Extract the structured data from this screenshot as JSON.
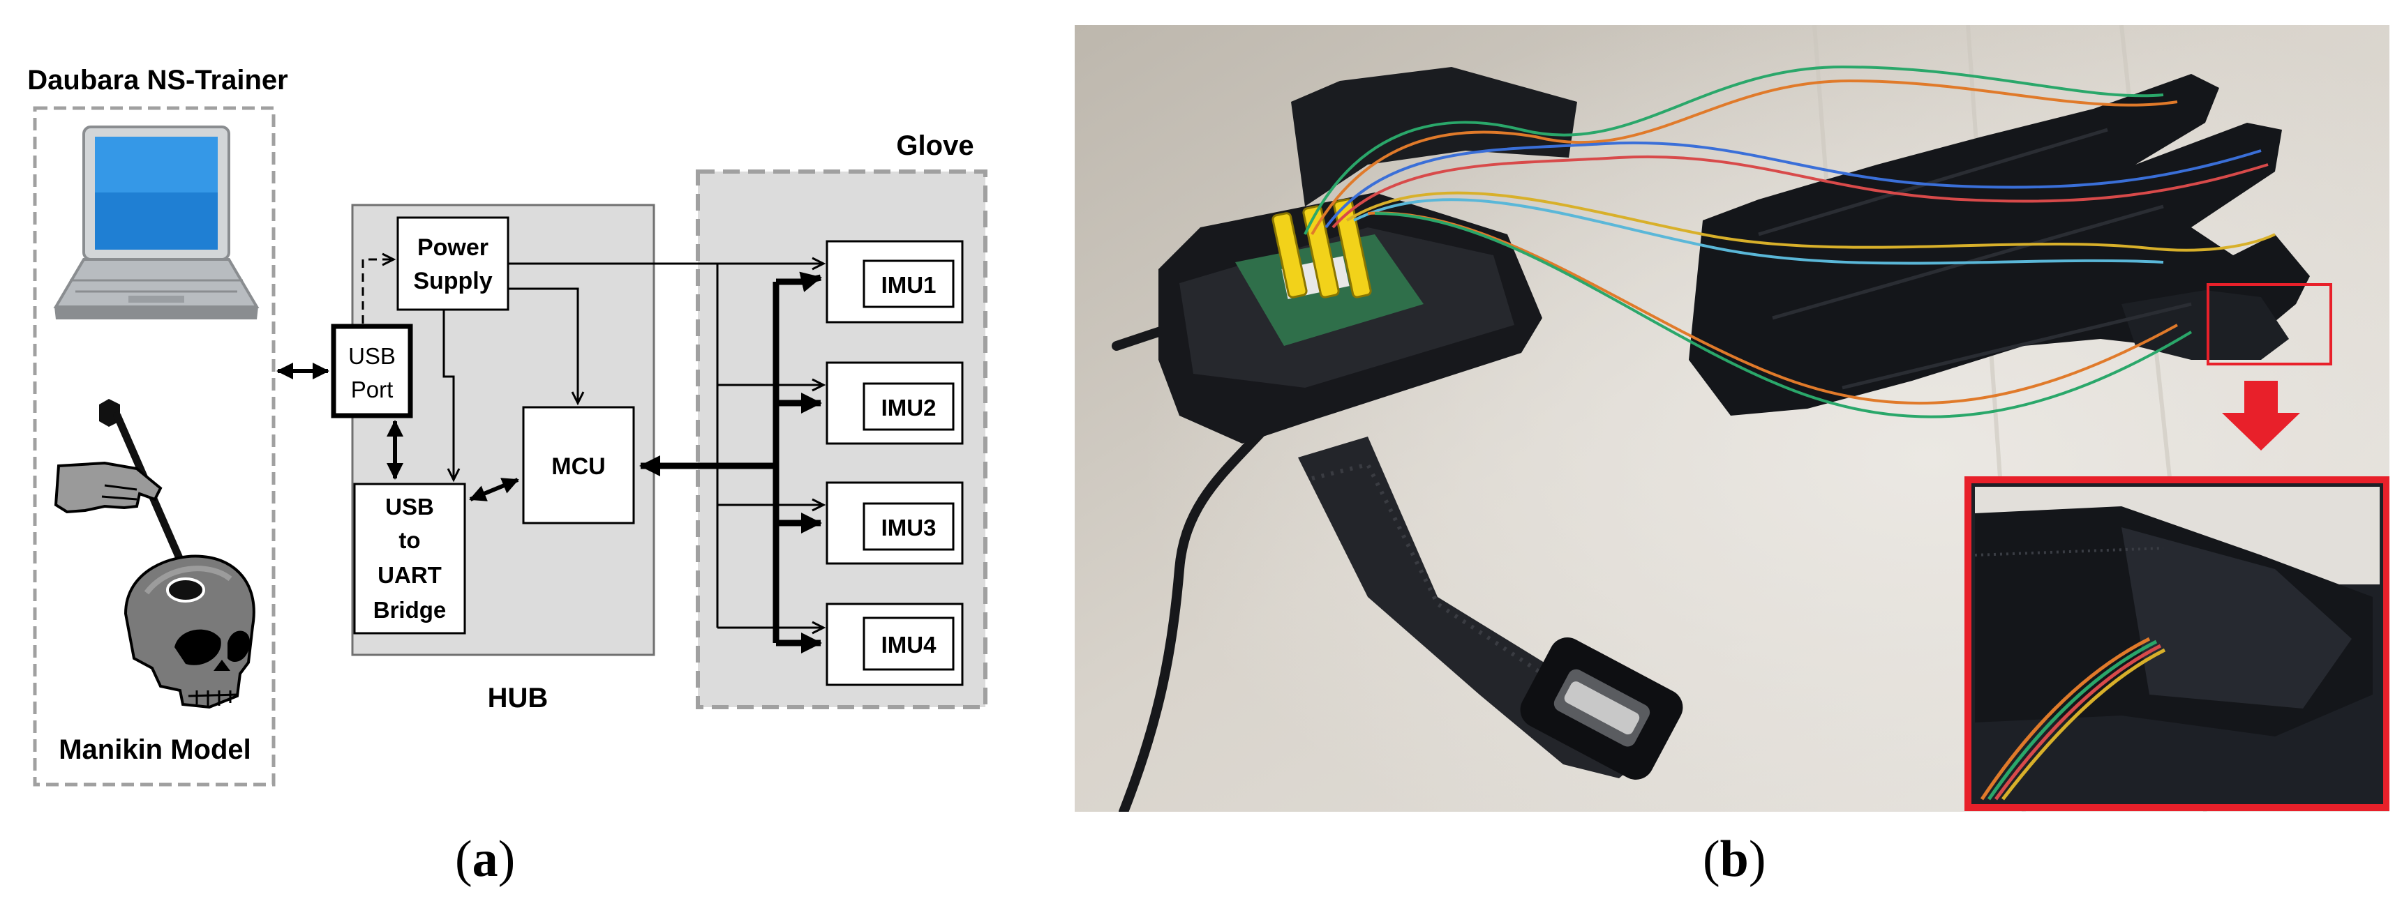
{
  "panel_a": {
    "trainer_label": "Daubara NS-Trainer",
    "manikin_label": "Manikin Model",
    "glove_label": "Glove",
    "hub_label": "HUB",
    "blocks": {
      "power_supply": [
        "Power",
        "Supply"
      ],
      "usb_port": [
        "USB",
        "Port"
      ],
      "bridge": [
        "USB",
        "to",
        "UART",
        "Bridge"
      ],
      "mcu": "MCU"
    },
    "imus": [
      "IMU1",
      "IMU2",
      "IMU3",
      "IMU4"
    ],
    "caption": "a"
  },
  "panel_b": {
    "caption": "b",
    "highlight_color": "#e8202a"
  },
  "colors": {
    "box_fill": "#dcdcdc",
    "dash": "#a0a0a0",
    "arrow": "#d62020"
  }
}
